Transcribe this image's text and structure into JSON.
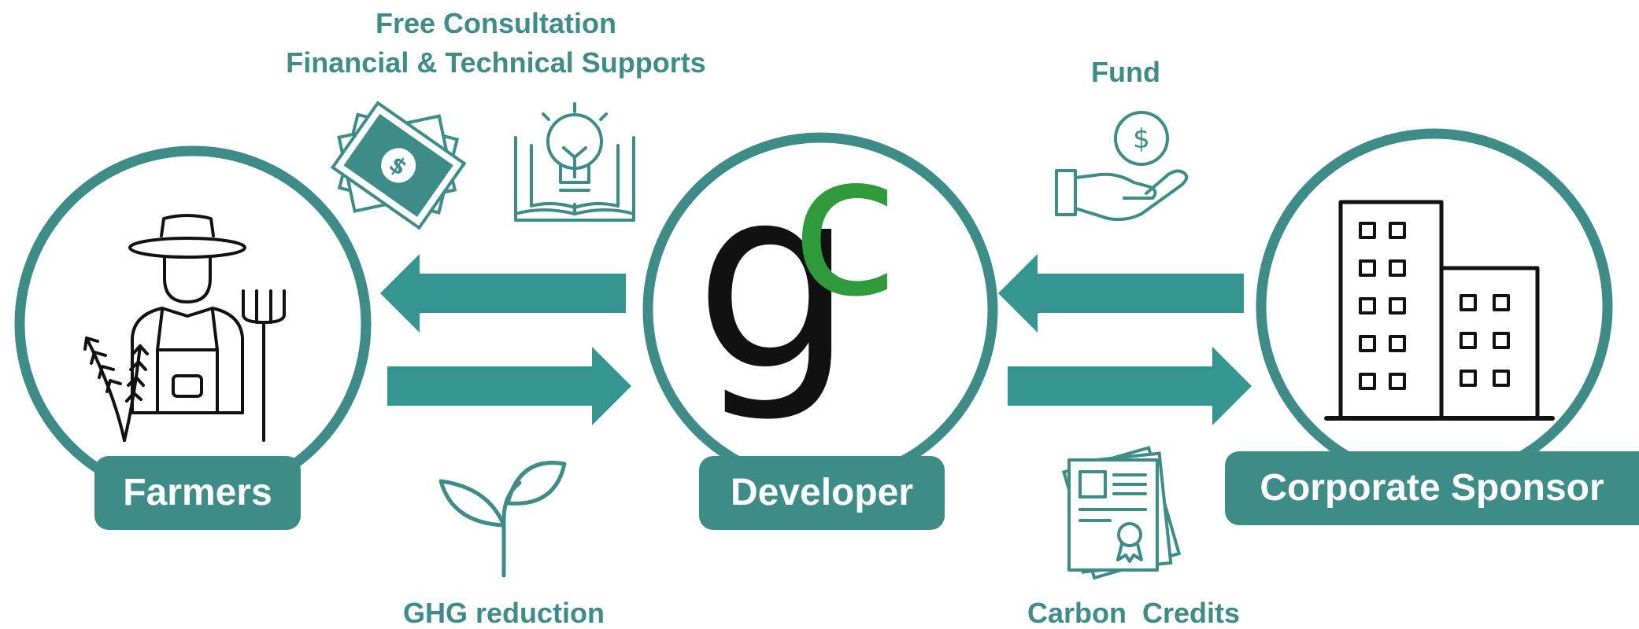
{
  "nodes": {
    "farmers": {
      "label": "Farmers",
      "icon": "farmer-icon"
    },
    "developer": {
      "label": "Developer",
      "icon": "gc-logo"
    },
    "corporate": {
      "label": "Corporate Sponsor",
      "icon": "office-building-icon"
    }
  },
  "logo": {
    "letter_g": "g",
    "letter_c": "c"
  },
  "flows": {
    "consultation": {
      "line1": "Free Consultation",
      "line2": "Financial & Technical Supports",
      "icons": [
        "money-bills-icon",
        "lightbulb-book-icon"
      ]
    },
    "ghg": {
      "label": "GHG reduction",
      "icon": "sprout-icon"
    },
    "fund": {
      "label": "Fund",
      "icon": "hand-dollar-icon"
    },
    "credits": {
      "label": "Carbon  Credits",
      "icon": "certificate-icon"
    }
  },
  "colors": {
    "teal": "#3d8c88",
    "arrow": "#359591",
    "logo_green": "#2e9a3a",
    "black": "#111111"
  }
}
